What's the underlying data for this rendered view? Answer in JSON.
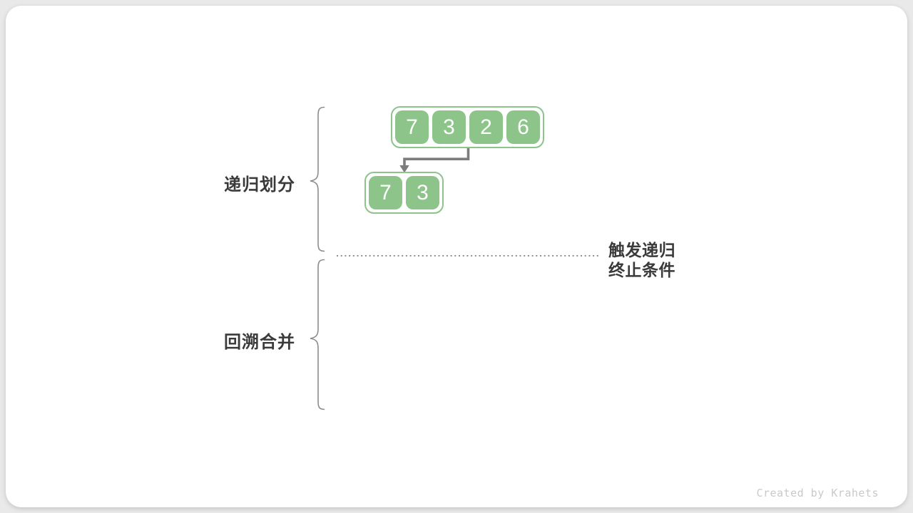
{
  "labels": {
    "divide": "递归划分",
    "merge": "回溯合并",
    "termination_line1": "触发递归",
    "termination_line2": "终止条件"
  },
  "arrays": {
    "level1": [
      "7",
      "3",
      "2",
      "6"
    ],
    "level2": [
      "7",
      "3"
    ]
  },
  "watermark": "Created by Krahets",
  "colors": {
    "background": "#e9e9e9",
    "card": "#ffffff",
    "green": "#8cc48a",
    "arrow_gray": "#7d7d7d",
    "brace_gray": "#8c8c8c",
    "dotted_gray": "#8f8f8f",
    "text_dark": "#3a3a3a",
    "watermark_gray": "#c9c9c9",
    "number_white": "#ffffff"
  }
}
